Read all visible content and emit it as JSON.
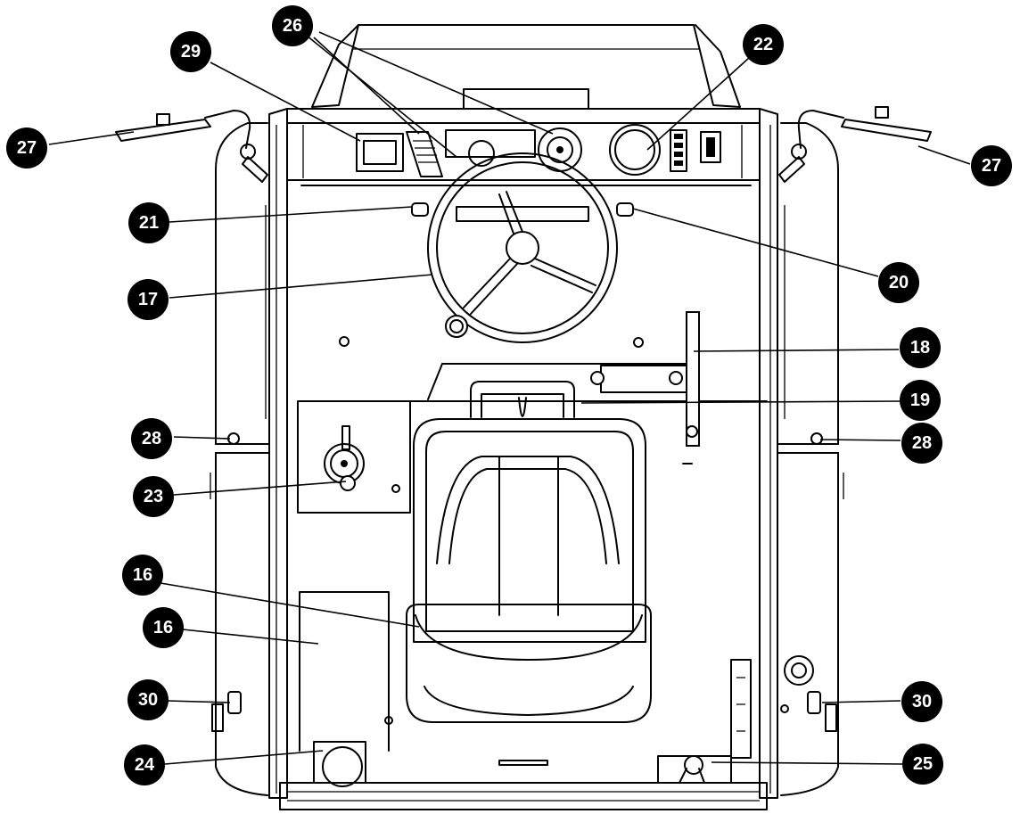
{
  "diagram": {
    "background": "#ffffff",
    "ink": "#000000",
    "callouts": [
      {
        "id": "c26",
        "label": "26"
      },
      {
        "id": "c29",
        "label": "29"
      },
      {
        "id": "c22",
        "label": "22"
      },
      {
        "id": "c27-left",
        "label": "27"
      },
      {
        "id": "c27-right",
        "label": "27"
      },
      {
        "id": "c21",
        "label": "21"
      },
      {
        "id": "c20",
        "label": "20"
      },
      {
        "id": "c17",
        "label": "17"
      },
      {
        "id": "c18",
        "label": "18"
      },
      {
        "id": "c19",
        "label": "19"
      },
      {
        "id": "c28-left",
        "label": "28"
      },
      {
        "id": "c28-right",
        "label": "28"
      },
      {
        "id": "c23",
        "label": "23"
      },
      {
        "id": "c16-upper",
        "label": "16"
      },
      {
        "id": "c16-lower",
        "label": "16"
      },
      {
        "id": "c30-left",
        "label": "30"
      },
      {
        "id": "c30-right",
        "label": "30"
      },
      {
        "id": "c24",
        "label": "24"
      },
      {
        "id": "c25",
        "label": "25"
      }
    ]
  }
}
